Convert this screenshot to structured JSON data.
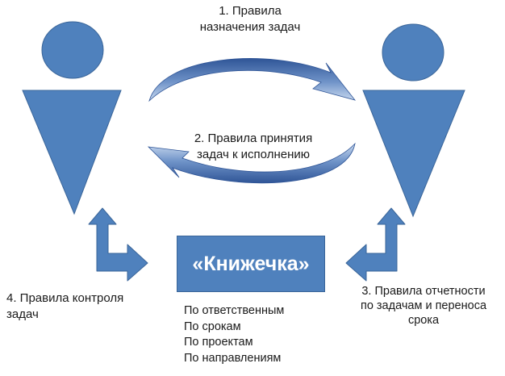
{
  "labels": {
    "rule1": [
      "1. Правила",
      "назначения задач"
    ],
    "rule2": [
      "2. Правила принятия",
      "задач к исполнению"
    ],
    "rule3": [
      "3. Правила отчетности",
      "по задачам и переноса",
      "срока"
    ],
    "rule4": [
      "4. Правила контроля",
      "задач"
    ]
  },
  "book_title": "«Книжечка»",
  "sort_options": [
    "По ответственным",
    "По срокам",
    "По проектам",
    "По направлениям"
  ],
  "colors": {
    "figure_fill": "#4f81bd",
    "figure_stroke": "#3a6599",
    "arrow_dark": "#2f5597",
    "arrow_light": "#c9d9ef",
    "text": "#1a1a1a"
  }
}
